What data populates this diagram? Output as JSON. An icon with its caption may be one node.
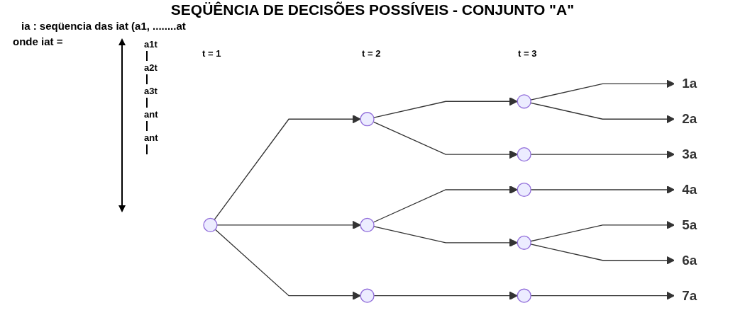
{
  "diagram": {
    "title": "SEQÜÊNCIA DE DECISÕES POSSÍVEIS - CONJUNTO \"A\"",
    "nodes": [
      {
        "text": [],
        "shape": "circle"
      },
      {
        "text": [],
        "shape": "circle"
      },
      {
        "text": [],
        "shape": "circle"
      },
      {
        "text": [],
        "shape": "circle"
      },
      {
        "text": [],
        "shape": "circle"
      },
      {
        "text": [],
        "shape": "circle"
      },
      {
        "text": [],
        "shape": "circle"
      },
      {
        "text": [],
        "shape": "circle"
      },
      {
        "text": [],
        "shape": "circle"
      },
      {
        "text": [
          "1a"
        ]
      },
      {
        "text": [
          "2a"
        ]
      },
      {
        "text": [
          "3a"
        ]
      },
      {
        "text": [
          "4a"
        ]
      },
      {
        "text": [
          "5a"
        ]
      },
      {
        "text": [
          "6a"
        ]
      },
      {
        "text": [
          "7a"
        ]
      }
    ],
    "edges": [
      {
        "from": 0,
        "to": 1,
        "arrow": "to"
      },
      {
        "from": 0,
        "to": 2,
        "arrow": "to"
      },
      {
        "from": 0,
        "to": 3,
        "arrow": "to"
      },
      {
        "from": 1,
        "to": 4,
        "arrow": "to"
      },
      {
        "from": 1,
        "to": 5,
        "arrow": "to"
      },
      {
        "from": 2,
        "to": 6,
        "arrow": "to"
      },
      {
        "from": 2,
        "to": 7,
        "arrow": "to"
      },
      {
        "from": 3,
        "to": 8,
        "arrow": "to"
      },
      {
        "from": 4,
        "to": 9,
        "arrow": "to"
      },
      {
        "from": 4,
        "to": 10,
        "arrow": "to"
      },
      {
        "from": 5,
        "to": 11,
        "arrow": "to"
      },
      {
        "from": 6,
        "to": 12,
        "arrow": "to"
      },
      {
        "from": 7,
        "to": 13,
        "arrow": "to"
      },
      {
        "from": 7,
        "to": 14,
        "arrow": "to"
      },
      {
        "from": 8,
        "to": 15,
        "arrow": "to"
      }
    ],
    "labels": [
      "ia : seqüencia das iat (a1, ........at",
      "onde iat =",
      "a1t",
      "a2t",
      "a3t",
      "ant",
      "ant",
      "t = 1",
      "t = 2",
      "t = 3"
    ]
  }
}
